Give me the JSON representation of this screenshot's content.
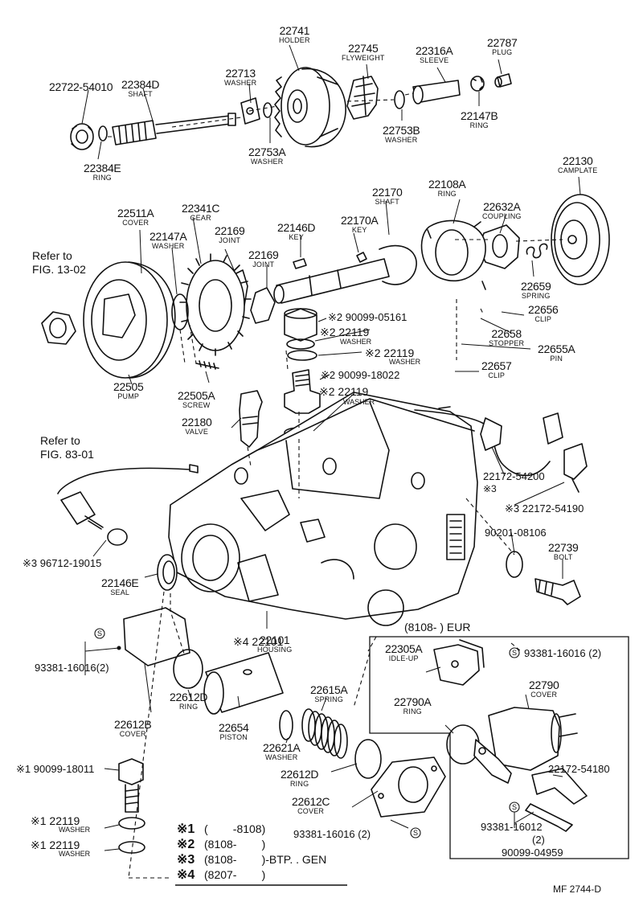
{
  "parts": [
    {
      "id": "p22741",
      "num": "22741",
      "name": "HOLDER"
    },
    {
      "id": "p22745",
      "num": "22745",
      "name": "FLYWEIGHT"
    },
    {
      "id": "p22316A",
      "num": "22316A",
      "name": "SLEEVE"
    },
    {
      "id": "p22787",
      "num": "22787",
      "name": "PLUG"
    },
    {
      "id": "p22713",
      "num": "22713",
      "name": "WASHER"
    },
    {
      "id": "p22722",
      "num": "22722-54010",
      "name": ""
    },
    {
      "id": "p22384D",
      "num": "22384D",
      "name": "SHAFT"
    },
    {
      "id": "p22147B",
      "num": "22147B",
      "name": "RING"
    },
    {
      "id": "p22753B",
      "num": "22753B",
      "name": "WASHER"
    },
    {
      "id": "p22753A",
      "num": "22753A",
      "name": "WASHER"
    },
    {
      "id": "p22384E",
      "num": "22384E",
      "name": "RING"
    },
    {
      "id": "p22130",
      "num": "22130",
      "name": "CAMPLATE"
    },
    {
      "id": "p22108A",
      "num": "22108A",
      "name": "RING"
    },
    {
      "id": "p22170",
      "num": "22170",
      "name": "SHAFT"
    },
    {
      "id": "p22632A",
      "num": "22632A",
      "name": "COUPLING"
    },
    {
      "id": "p22511A",
      "num": "22511A",
      "name": "COVER"
    },
    {
      "id": "p22341C",
      "num": "22341C",
      "name": "GEAR"
    },
    {
      "id": "p22169a",
      "num": "22169",
      "name": "JOINT"
    },
    {
      "id": "p22146D",
      "num": "22146D",
      "name": "KEY"
    },
    {
      "id": "p22170A",
      "num": "22170A",
      "name": "KEY"
    },
    {
      "id": "p22147A",
      "num": "22147A",
      "name": "WASHER"
    },
    {
      "id": "p22169b",
      "num": "22169",
      "name": "JOINT"
    },
    {
      "id": "p22659",
      "num": "22659",
      "name": "SPRING"
    },
    {
      "id": "p22656",
      "num": "22656",
      "name": "CLIP"
    },
    {
      "id": "p22658",
      "num": "22658",
      "name": "STOPPER"
    },
    {
      "id": "p22655A",
      "num": "22655A",
      "name": "PIN"
    },
    {
      "id": "p22657",
      "num": "22657",
      "name": "CLIP"
    },
    {
      "id": "p22505",
      "num": "22505",
      "name": "PUMP"
    },
    {
      "id": "p22505A",
      "num": "22505A",
      "name": "SCREW"
    },
    {
      "id": "p22180",
      "num": "22180",
      "name": "VALVE"
    },
    {
      "id": "p22146E",
      "num": "22146E",
      "name": "SEAL"
    },
    {
      "id": "p22739",
      "num": "22739",
      "name": "BOLT"
    },
    {
      "id": "p22101",
      "num": "22101",
      "name": "HOUSING"
    },
    {
      "id": "p22305A",
      "num": "22305A",
      "name": "IDLE-UP"
    },
    {
      "id": "p22790",
      "num": "22790",
      "name": "COVER"
    },
    {
      "id": "p22790A",
      "num": "22790A",
      "name": "RING"
    },
    {
      "id": "p22612D1",
      "num": "22612D",
      "name": "RING"
    },
    {
      "id": "p22654",
      "num": "22654",
      "name": "PISTON"
    },
    {
      "id": "p22615A",
      "num": "22615A",
      "name": "SPRING"
    },
    {
      "id": "p22621A",
      "num": "22621A",
      "name": "WASHER"
    },
    {
      "id": "p22612D2",
      "num": "22612D",
      "name": "RING"
    },
    {
      "id": "p22612C",
      "num": "22612C",
      "name": "COVER"
    },
    {
      "id": "p22612B",
      "num": "22612B",
      "name": "COVER"
    }
  ],
  "refs": {
    "fig13": "Refer to\nFIG. 13-02",
    "fig83": "Refer to\nFIG. 83-01"
  },
  "notes": {
    "n1": "※2 90099-05161",
    "n2": "※2 22119",
    "n2w": "WASHER",
    "n3": "※2 22119",
    "n3w": "WASHER",
    "n4": "※2 90099-18022",
    "n5": "※2 22119",
    "n5w": "WASHER",
    "n6": "22172-54200",
    "n6b": "※3",
    "n7": "※3 22172-54190",
    "n8": "90201-08106",
    "n9": "※3 96712-19015",
    "n10": "※4 22101",
    "n11": "93381-16016(2)",
    "n12": "93381-16016 (2)",
    "n13": "22172-54180",
    "n14": "93381-16012",
    "n14b": "(2)",
    "n15": "90099-04959",
    "n16": "93381-16016 (2)",
    "n17": "※1  90099-18011",
    "n18": "※1 22119",
    "n18w": "WASHER",
    "n19": "※1 22119",
    "n19w": "WASHER"
  },
  "eur": "(8108-        ) EUR",
  "legend": [
    {
      "mark": "※1",
      "text": "(        -8108)"
    },
    {
      "mark": "※2",
      "text": "(8108-        )"
    },
    {
      "mark": "※3",
      "text": "(8108-        )-BTP. . GEN"
    },
    {
      "mark": "※4",
      "text": "(8207-        )"
    }
  ],
  "figure_code": "MF  2744-D"
}
